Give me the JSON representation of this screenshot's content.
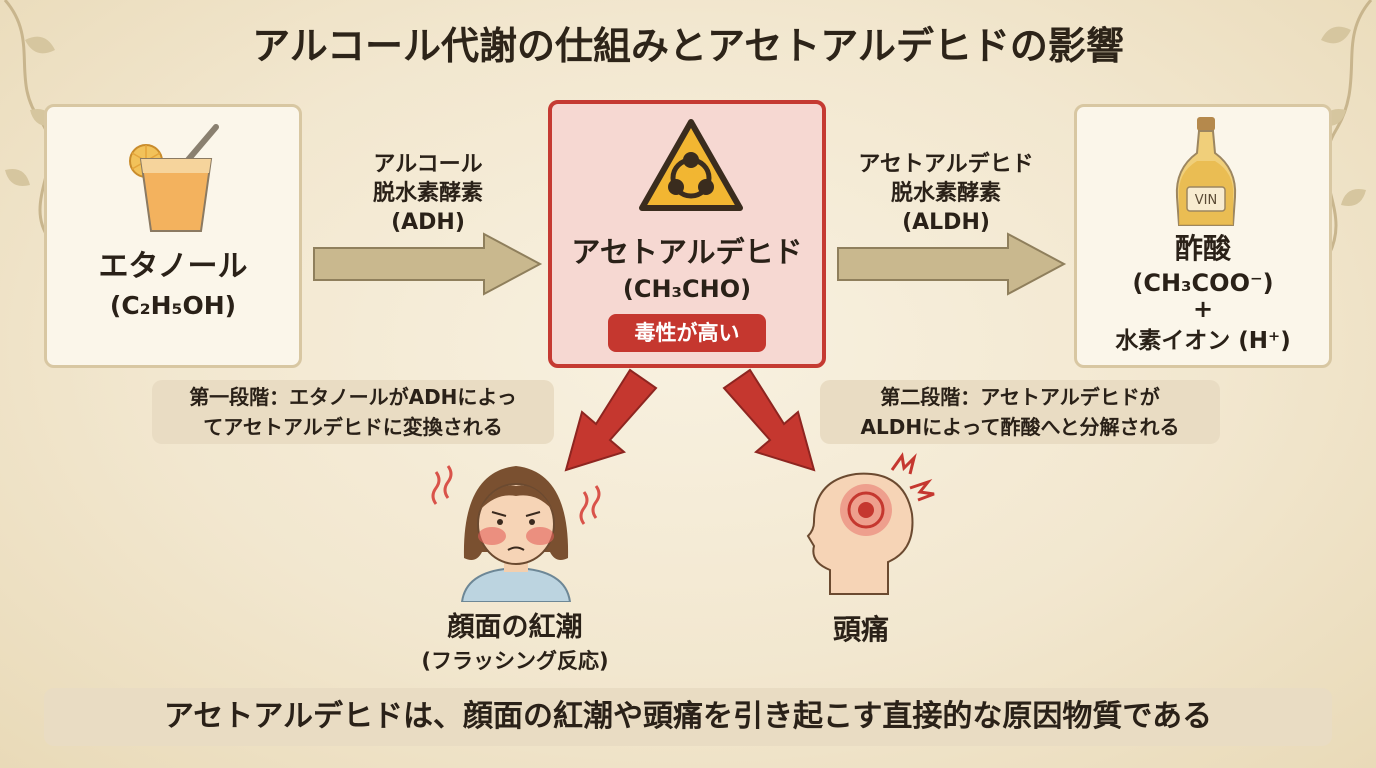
{
  "title": "アルコール代謝の仕組みとアセトアルデヒドの影響",
  "ethanol": {
    "name": "エタノール",
    "formula": "(C₂H₅OH)",
    "icon": "juice-glass-icon"
  },
  "adh_arrow": {
    "line1": "アルコール",
    "line2": "脱水素酵素",
    "line3": "(ADH)"
  },
  "acetaldehyde": {
    "name": "アセトアルデヒド",
    "formula": "(CH₃CHO)",
    "badge": "毒性が高い",
    "icon": "biohazard-icon"
  },
  "aldh_arrow": {
    "line1": "アセトアルデヒド",
    "line2": "脱水素酵素",
    "line3": "(ALDH)"
  },
  "acetic_acid": {
    "name": "酢酸",
    "formula": "(CH₃COO⁻)",
    "plus": "+",
    "hydrogen": "水素イオン (H⁺)",
    "bottle_label": "VIN",
    "icon": "vinegar-bottle-icon"
  },
  "stage1": {
    "line1": "第一段階：エタノールがADHによっ",
    "line2": "てアセトアルデヒドに変換される"
  },
  "stage2": {
    "line1": "第二段階：アセトアルデヒドが",
    "line2": "ALDHによって酢酸へと分解される"
  },
  "flushing": {
    "name": "顔面の紅潮",
    "sub": "(フラッシング反応)",
    "icon": "flushed-face-icon"
  },
  "headache": {
    "name": "頭痛",
    "icon": "headache-head-icon"
  },
  "footer": "アセトアルデヒドは、顔面の紅潮や頭痛を引き起こす直接的な原因物質である",
  "colors": {
    "danger": "#c5372f",
    "arrow": "#c9b88e",
    "background": "#f2e7cf"
  }
}
